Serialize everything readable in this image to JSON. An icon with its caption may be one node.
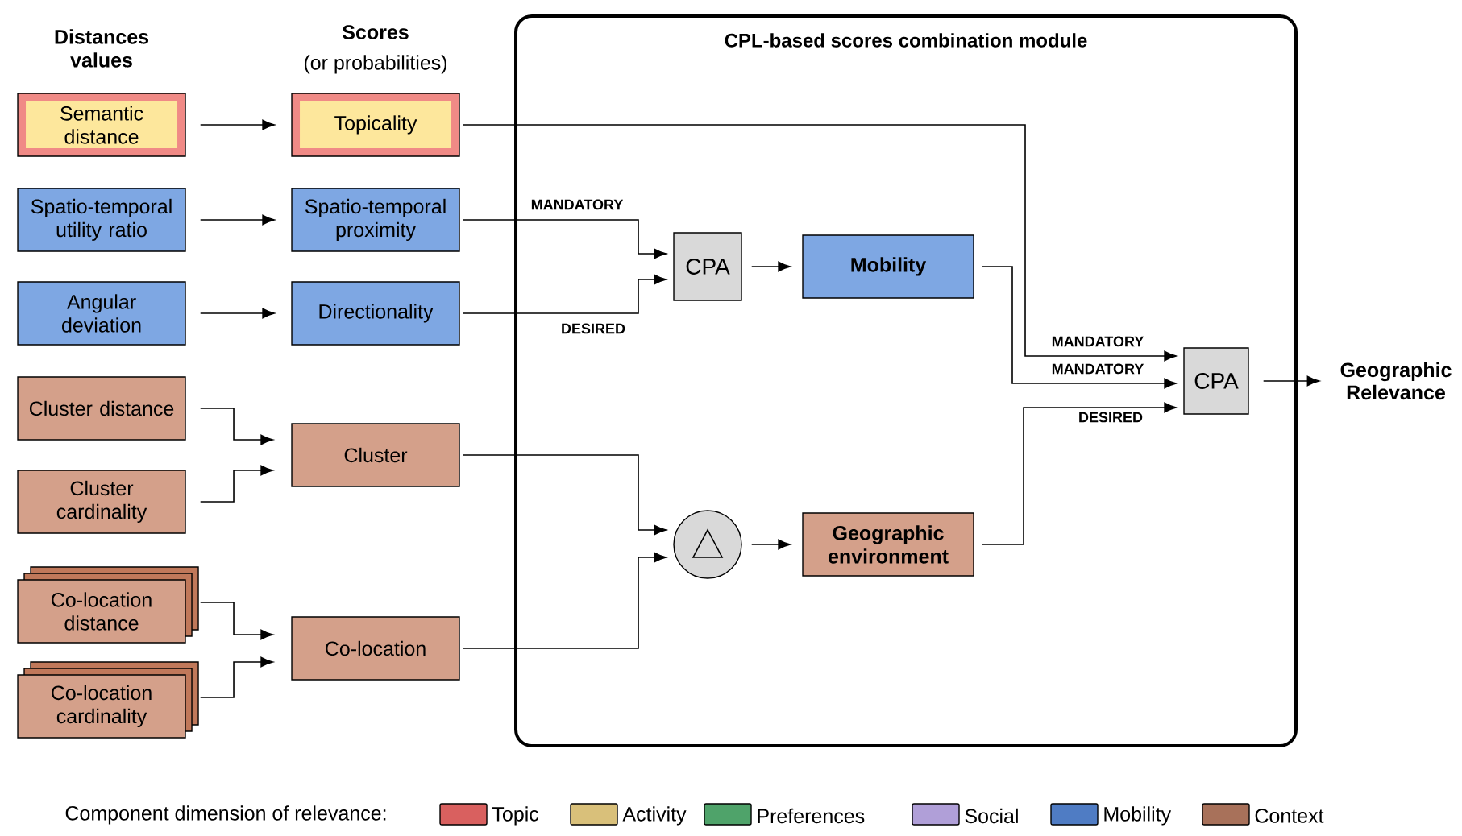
{
  "diagram": {
    "nodes": [
      {
        "text": [
          "Semantic distance"
        ]
      },
      {
        "text": [
          "Topicality"
        ]
      },
      {
        "text": [
          "Spatio-temporal utility ratio"
        ]
      },
      {
        "text": [
          "Spatio-temporal proximity"
        ]
      },
      {
        "text": [
          "Angular deviation"
        ]
      },
      {
        "text": [
          "Directionality"
        ]
      },
      {
        "text": [
          "Cluster distance"
        ]
      },
      {
        "text": [
          "Cluster cardinality"
        ]
      },
      {
        "text": [
          "Cluster"
        ]
      },
      {
        "text": [
          "Co-location distance"
        ]
      },
      {
        "text": [
          "Co-location cardinality"
        ]
      },
      {
        "text": [
          "Co-location"
        ]
      },
      {
        "text": [
          "CPL-based scores combination module"
        ]
      },
      {
        "text": [
          "CPA"
        ],
        "in": 12
      },
      {
        "text": [
          "Mobility"
        ],
        "in": 12
      },
      {
        "text": [],
        "shape": "circle",
        "in": 12
      },
      {
        "text": [
          "Geographic environment"
        ],
        "in": 12
      },
      {
        "text": [
          "CPA"
        ],
        "in": 12
      },
      {
        "text": [
          "Geographic Relevance"
        ]
      }
    ],
    "edges": [
      {
        "from": 0,
        "to": 1,
        "arrow": "to"
      },
      {
        "from": 2,
        "to": 3,
        "arrow": "to"
      },
      {
        "from": 4,
        "to": 5,
        "arrow": "to"
      },
      {
        "from": 6,
        "to": 8,
        "arrow": "to"
      },
      {
        "from": 7,
        "to": 8,
        "arrow": "to"
      },
      {
        "from": 9,
        "to": 11,
        "arrow": "to"
      },
      {
        "from": 10,
        "to": 11,
        "arrow": "to"
      },
      {
        "from": 3,
        "to": 13,
        "arrow": "to",
        "label": "MANDATORY"
      },
      {
        "from": 5,
        "to": 13,
        "arrow": "to",
        "label": "DESIRED"
      },
      {
        "from": 8,
        "to": 15,
        "arrow": "to"
      },
      {
        "from": 11,
        "to": 15,
        "arrow": "to"
      },
      {
        "from": 13,
        "to": 14,
        "arrow": "to"
      },
      {
        "from": 15,
        "to": 16,
        "arrow": "to"
      },
      {
        "from": 1,
        "to": 17,
        "arrow": "to",
        "label": "MANDATORY"
      },
      {
        "from": 14,
        "to": 17,
        "arrow": "to",
        "label": "MANDATORY"
      },
      {
        "from": 16,
        "to": 17,
        "arrow": "to",
        "label": "DESIRED"
      },
      {
        "from": 17,
        "to": 18,
        "arrow": "to"
      }
    ],
    "labels": [
      "Distances values",
      "Scores",
      "(or probabilities)",
      "Component dimension of relevance:"
    ],
    "legend": [
      {
        "text": "Topic",
        "color": "#d9605f"
      },
      {
        "text": "Activity",
        "color": "#d9c07a"
      },
      {
        "text": "Preferences",
        "color": "#4fa36a"
      },
      {
        "text": "Social",
        "color": "#b09fd8"
      },
      {
        "text": "Mobility",
        "color": "#4f7cc4"
      },
      {
        "text": "Context",
        "color": "#a8715a"
      }
    ]
  }
}
